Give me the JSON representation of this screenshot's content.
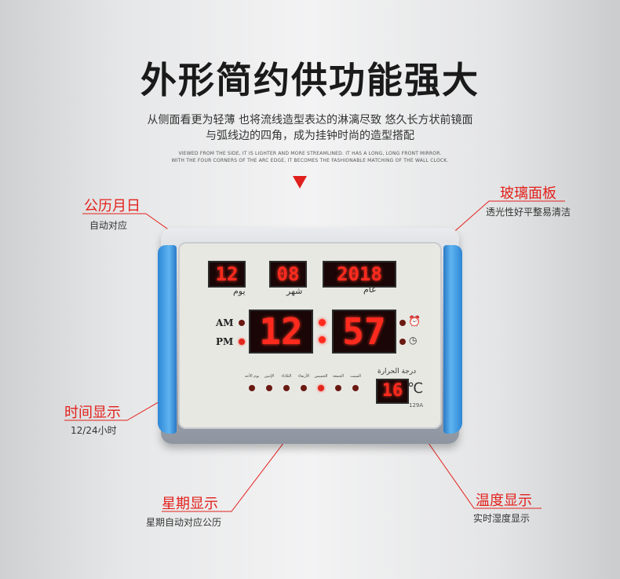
{
  "header": {
    "title": "外形简约供功能强大",
    "sub_line1": "从侧面看更为轻薄 也将流线造型表达的淋漓尽致 悠久长方状前镜面",
    "sub_line2": "与弧线边的四角，成为挂钟时尚的造型搭配",
    "en_line1": "VIEWED FROM THE SIDE, IT IS LIGHTER AND MORE STREAMLINED. IT HAS A LONG, LONG FRONT MIRROR.",
    "en_line2": "WITH THE FOUR CORNERS OF THE ARC EDGE, IT BECOMES THE FASHIONABLE MATCHING OF THE WALL CLOCK."
  },
  "callouts": {
    "date": {
      "title": "公历月日",
      "desc": "自动对应"
    },
    "glass": {
      "title": "玻璃面板",
      "desc": "透光性好平整易清洁"
    },
    "time": {
      "title": "时间显示",
      "desc": "12/24小时"
    },
    "week": {
      "title": "星期显示",
      "desc": "星期自动对应公历"
    },
    "temp": {
      "title": "温度显示",
      "desc": "实时湿度显示"
    }
  },
  "clock": {
    "day": "12",
    "month": "08",
    "year": "2018",
    "day_label": "يوم",
    "month_label": "شهر",
    "year_label": "عام",
    "am": "AM",
    "pm": "PM",
    "hours": "12",
    "minutes": "57",
    "temp_label": "درجة الحرارة",
    "temp": "16",
    "temp_unit": "℃",
    "model": "129A",
    "weekdays": [
      "يوم الأحد",
      "الإثنين",
      "الثلاثاء",
      "الأربعاء",
      "الخميس",
      "الجمعة",
      "السبت"
    ],
    "active_weekday": 4
  },
  "colors": {
    "accent": "#e3211c",
    "led": "#ff2a1e",
    "panel_blue": "#3b93e0"
  }
}
